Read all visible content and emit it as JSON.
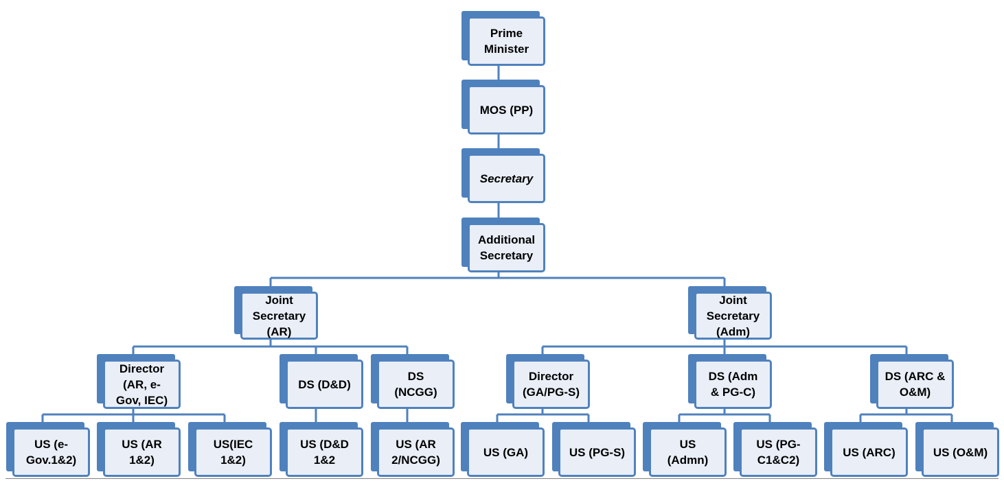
{
  "colors": {
    "box_border": "#4f81bd",
    "box_fill": "#e9eef7",
    "box_shadow": "#4f81bd",
    "connector": "#4f81bd"
  },
  "nodes": {
    "pm": {
      "label": "Prime\nMinister"
    },
    "mos": {
      "label": "MOS (PP)"
    },
    "sec": {
      "label": "Secretary"
    },
    "as": {
      "label": "Additional\nSecretary"
    },
    "jsar": {
      "label": "Joint\nSecretary\n(AR)"
    },
    "jsadm": {
      "label": "Joint\nSecretary\n(Adm)"
    },
    "dir1": {
      "label": "Director\n(AR, e-\nGov, IEC)"
    },
    "dsdd": {
      "label": "DS (D&D)"
    },
    "dsncgg": {
      "label": "DS\n(NCGG)"
    },
    "dir2": {
      "label": "Director\n(GA/PG-S)"
    },
    "dsadm": {
      "label": "DS (Adm\n& PG-C)"
    },
    "dsarc": {
      "label": "DS (ARC &\nO&M)"
    },
    "us1": {
      "label": "US (e-\nGov.1&2)"
    },
    "us2": {
      "label": "US (AR\n1&2)"
    },
    "us3": {
      "label": "US(IEC\n1&2)"
    },
    "us4": {
      "label": "US (D&D\n1&2"
    },
    "us5": {
      "label": "US (AR\n2/NCGG)"
    },
    "us6": {
      "label": "US (GA)"
    },
    "us7": {
      "label": "US (PG-S)"
    },
    "us8": {
      "label": "US\n(Admn)"
    },
    "us9": {
      "label": "US (PG-\nC1&C2)"
    },
    "us10": {
      "label": "US (ARC)"
    },
    "us11": {
      "label": "US (O&M)"
    }
  }
}
